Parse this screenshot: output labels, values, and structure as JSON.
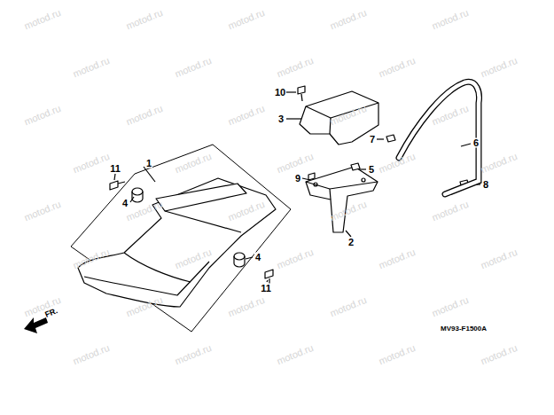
{
  "diagram": {
    "labels": [
      "11",
      "1",
      "4",
      "4",
      "11",
      "10",
      "3",
      "7",
      "6",
      "5",
      "9",
      "8",
      "2",
      "FR.",
      "MV93-F1500A",
      "motod.ru",
      "motod.ru",
      "motod.ru",
      "motod.ru",
      "motod.ru",
      "motod.ru",
      "motod.ru",
      "motod.ru",
      "motod.ru",
      "motod.ru",
      "motod.ru",
      "motod.ru",
      "motod.ru",
      "motod.ru",
      "motod.ru",
      "motod.ru",
      "motod.ru",
      "motod.ru",
      "motod.ru",
      "motod.ru",
      "motod.ru",
      "motod.ru",
      "motod.ru",
      "motod.ru",
      "motod.ru",
      "motod.ru",
      "motod.ru",
      "motod.ru",
      "motod.ru",
      "motod.ru",
      "motod.ru",
      "motod.ru",
      "motod.ru",
      "motod.ru",
      "motod.ru",
      "motod.ru",
      "motod.ru",
      "motod.ru",
      "motod.ru",
      "motod.ru"
    ]
  }
}
